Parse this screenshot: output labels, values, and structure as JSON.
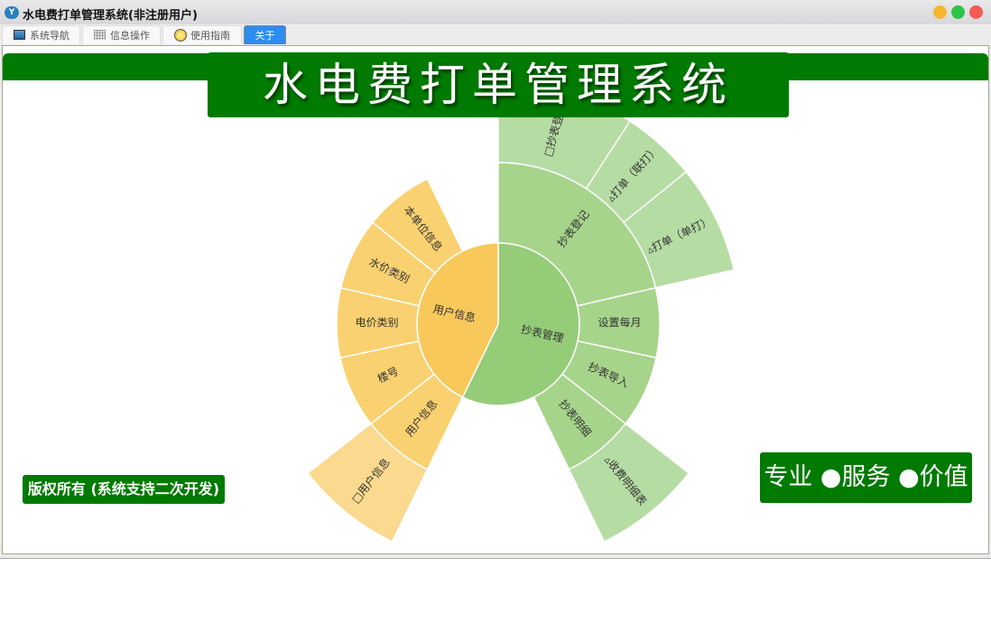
{
  "window": {
    "title": "水电费打单管理系统(非注册用户)"
  },
  "tabs": [
    {
      "label": "系统导航"
    },
    {
      "label": "信息操作"
    },
    {
      "label": "使用指南"
    },
    {
      "label": "关于"
    }
  ],
  "banner": {
    "title": "水电费打单管理系统"
  },
  "footer": {
    "copyright": "版权所有 (系统支持二次开发)",
    "slogan": "专业 ●服务 ●价值"
  },
  "colors": {
    "brand": "#007a00",
    "tab_active": "#2d8cf0",
    "green": [
      "#95cc78",
      "#a6d48a",
      "#b5dca3"
    ],
    "orange": [
      "#f8c85b",
      "#f9d170",
      "#fbd98f"
    ]
  },
  "chart_data": {
    "type": "sunburst",
    "rings": [
      [
        {
          "name": "抄表管理",
          "start": 0,
          "end": 206,
          "group": "green"
        },
        {
          "name": "用户信息",
          "start": 206,
          "end": 360,
          "group": "orange"
        }
      ],
      [
        {
          "name": "抄表登记",
          "start": 0,
          "end": 77,
          "group": "green"
        },
        {
          "name": "设置每月",
          "start": 77,
          "end": 102,
          "group": "green"
        },
        {
          "name": "抄表导入",
          "start": 102,
          "end": 128,
          "group": "green"
        },
        {
          "name": "抄表明细",
          "start": 128,
          "end": 154,
          "group": "green"
        },
        {
          "name": "用户信息",
          "start": 206,
          "end": 232,
          "group": "orange"
        },
        {
          "name": "楼号",
          "start": 232,
          "end": 258,
          "group": "orange"
        },
        {
          "name": "电价类别",
          "start": 258,
          "end": 283,
          "group": "orange"
        },
        {
          "name": "水价类别",
          "start": 283,
          "end": 309,
          "group": "orange"
        },
        {
          "name": "本单位信息",
          "start": 309,
          "end": 334,
          "group": "orange"
        }
      ],
      [
        {
          "name": "□抄表登记",
          "start": 0,
          "end": 33,
          "group": "green"
        },
        {
          "name": "▵打单（联打）",
          "start": 33,
          "end": 51,
          "group": "green"
        },
        {
          "name": "▵打单（单打）",
          "start": 51,
          "end": 77,
          "group": "green"
        },
        {
          "name": "▵收费明细表",
          "start": 128,
          "end": 154,
          "group": "green"
        },
        {
          "name": "□用户信息",
          "start": 206,
          "end": 232,
          "group": "orange"
        }
      ]
    ]
  }
}
